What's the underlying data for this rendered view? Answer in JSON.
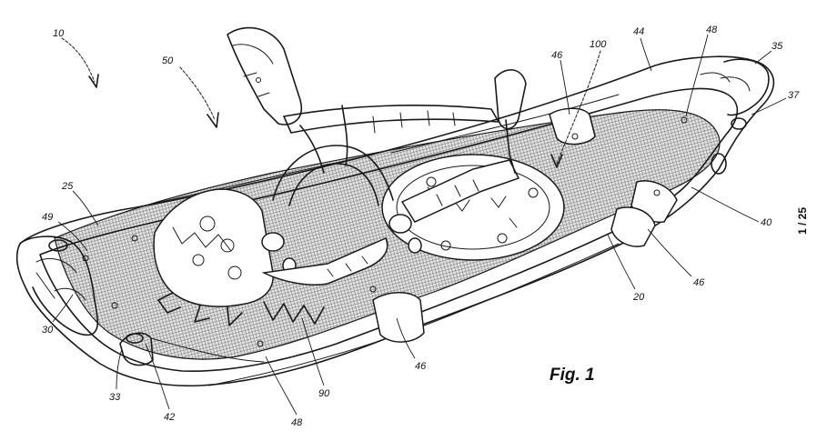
{
  "figure": {
    "caption": "Fig. 1",
    "sheet_number": "1 / 25"
  },
  "reference_numerals": [
    {
      "id": "r10",
      "label": "10"
    },
    {
      "id": "r50",
      "label": "50"
    },
    {
      "id": "r46a",
      "label": "46"
    },
    {
      "id": "r100",
      "label": "100"
    },
    {
      "id": "r44",
      "label": "44"
    },
    {
      "id": "r48a",
      "label": "48"
    },
    {
      "id": "r35",
      "label": "35"
    },
    {
      "id": "r37",
      "label": "37"
    },
    {
      "id": "r25",
      "label": "25"
    },
    {
      "id": "r49",
      "label": "49"
    },
    {
      "id": "r40",
      "label": "40"
    },
    {
      "id": "r46b",
      "label": "46"
    },
    {
      "id": "r20",
      "label": "20"
    },
    {
      "id": "r30",
      "label": "30"
    },
    {
      "id": "r46c",
      "label": "46"
    },
    {
      "id": "r33",
      "label": "33"
    },
    {
      "id": "r42",
      "label": "42"
    },
    {
      "id": "r90",
      "label": "90"
    },
    {
      "id": "r48b",
      "label": "48"
    }
  ]
}
